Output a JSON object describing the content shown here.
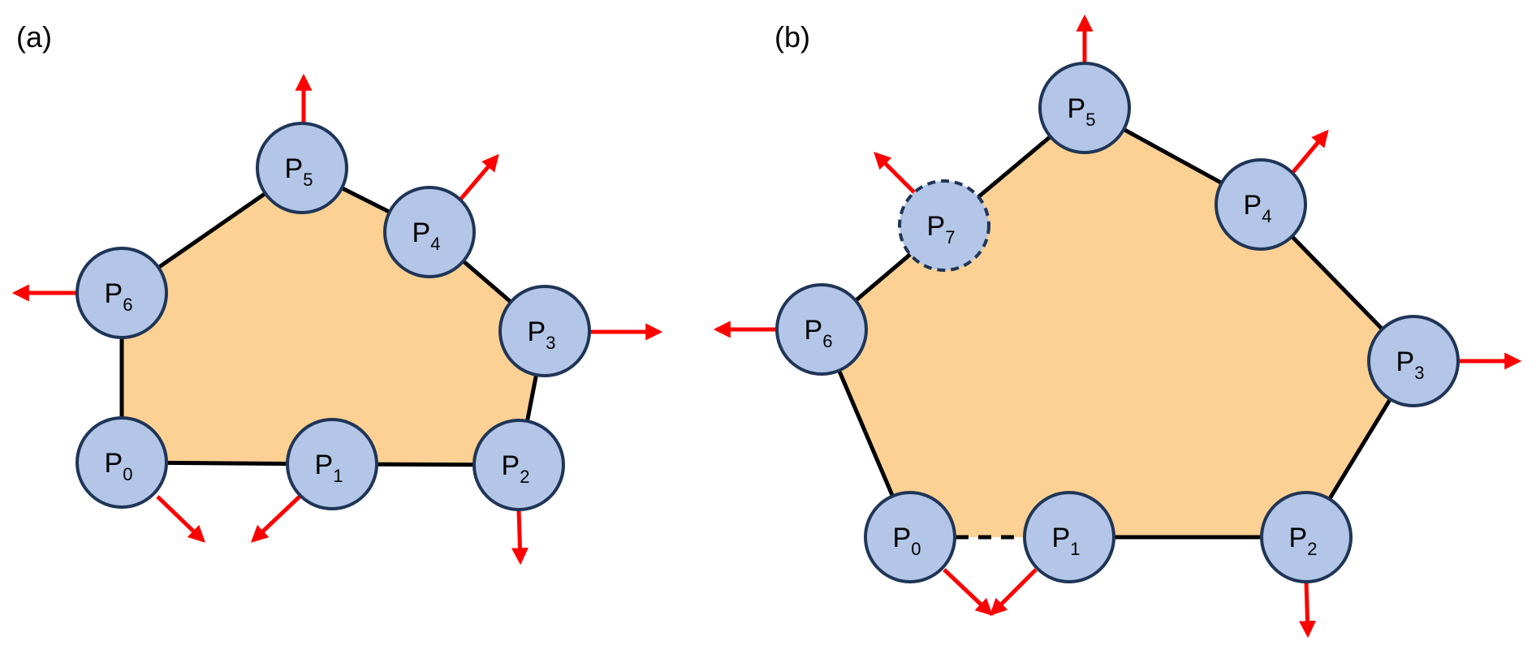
{
  "colors": {
    "polygon_fill": "#fdd193",
    "edge": "#000000",
    "node_fill": "#b3c6e7",
    "node_stroke": "#1f3557",
    "arrow": "#ff0000",
    "background": "#ffffff"
  },
  "panels": [
    {
      "id": "a",
      "label": "(a)",
      "nodes": [
        {
          "id": "P0",
          "base": "P",
          "sub": "0"
        },
        {
          "id": "P1",
          "base": "P",
          "sub": "1"
        },
        {
          "id": "P2",
          "base": "P",
          "sub": "2"
        },
        {
          "id": "P3",
          "base": "P",
          "sub": "3"
        },
        {
          "id": "P4",
          "base": "P",
          "sub": "4"
        },
        {
          "id": "P5",
          "base": "P",
          "sub": "5"
        },
        {
          "id": "P6",
          "base": "P",
          "sub": "6"
        }
      ],
      "edges": [
        {
          "from": "P0",
          "to": "P1",
          "style": "solid"
        },
        {
          "from": "P1",
          "to": "P2",
          "style": "solid"
        },
        {
          "from": "P2",
          "to": "P3",
          "style": "solid"
        },
        {
          "from": "P3",
          "to": "P4",
          "style": "solid"
        },
        {
          "from": "P4",
          "to": "P5",
          "style": "solid"
        },
        {
          "from": "P5",
          "to": "P6",
          "style": "solid"
        },
        {
          "from": "P6",
          "to": "P0",
          "style": "solid"
        }
      ]
    },
    {
      "id": "b",
      "label": "(b)",
      "nodes": [
        {
          "id": "P0",
          "base": "P",
          "sub": "0"
        },
        {
          "id": "P1",
          "base": "P",
          "sub": "1"
        },
        {
          "id": "P2",
          "base": "P",
          "sub": "2"
        },
        {
          "id": "P3",
          "base": "P",
          "sub": "3"
        },
        {
          "id": "P4",
          "base": "P",
          "sub": "4"
        },
        {
          "id": "P5",
          "base": "P",
          "sub": "5"
        },
        {
          "id": "P6",
          "base": "P",
          "sub": "6"
        },
        {
          "id": "P7",
          "base": "P",
          "sub": "7",
          "outline": "dashed"
        }
      ],
      "edges": [
        {
          "from": "P0",
          "to": "P1",
          "style": "dashed"
        },
        {
          "from": "P1",
          "to": "P2",
          "style": "solid"
        },
        {
          "from": "P2",
          "to": "P3",
          "style": "solid"
        },
        {
          "from": "P3",
          "to": "P4",
          "style": "solid"
        },
        {
          "from": "P4",
          "to": "P5",
          "style": "solid"
        },
        {
          "from": "P5",
          "to": "P7",
          "style": "solid"
        },
        {
          "from": "P7",
          "to": "P6",
          "style": "solid"
        },
        {
          "from": "P6",
          "to": "P0",
          "style": "solid"
        }
      ]
    }
  ]
}
